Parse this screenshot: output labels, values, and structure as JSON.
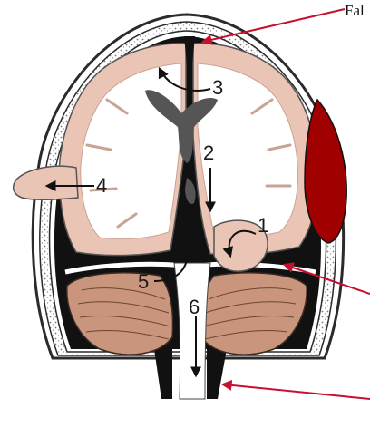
{
  "labels": {
    "falx": "Fal",
    "hernia_1": "1",
    "hernia_2": "2",
    "hernia_3": "3",
    "hernia_4": "4",
    "hernia_5": "5",
    "hernia_6": "6"
  },
  "colors": {
    "background": "#ffffff",
    "skull_outline": "#2b2b2b",
    "dura_dark": "#111111",
    "cortex": "#eac4b4",
    "white_matter": "#ffffff",
    "ventricle": "#555555",
    "hematoma": "#a00000",
    "cerebellum": "#c9957c",
    "pointer_red": "#c8102e"
  }
}
